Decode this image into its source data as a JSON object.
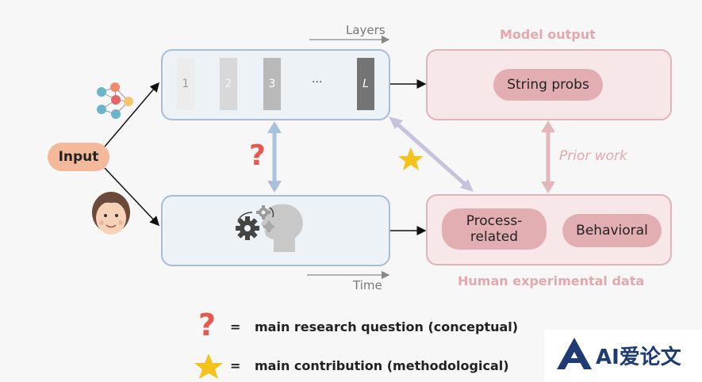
{
  "input_label": "Input",
  "model": {
    "axis_label": "Layers",
    "layers": [
      "1",
      "2",
      "3",
      "···",
      "L"
    ]
  },
  "human": {
    "axis_label": "Time"
  },
  "model_output": {
    "heading": "Model output",
    "item": "String probs"
  },
  "human_data": {
    "heading": "Human experimental data",
    "items": [
      "Process-\nrelated",
      "Behavioral"
    ]
  },
  "prior_work_label": "Prior work",
  "legend": [
    {
      "symbol": "question-mark",
      "eq": "=",
      "text": "main research question (conceptual)"
    },
    {
      "symbol": "star",
      "eq": "=",
      "text": "main contribution (methodological)"
    }
  ],
  "watermark": "AI爱论文",
  "colors": {
    "blue_border": "#a7bdd6",
    "pink_border": "#dfb3b7",
    "pink_pill": "#e2aeb2",
    "input_pill": "#f4b89a",
    "question": "#e45a4f",
    "star": "#f4c21b"
  }
}
